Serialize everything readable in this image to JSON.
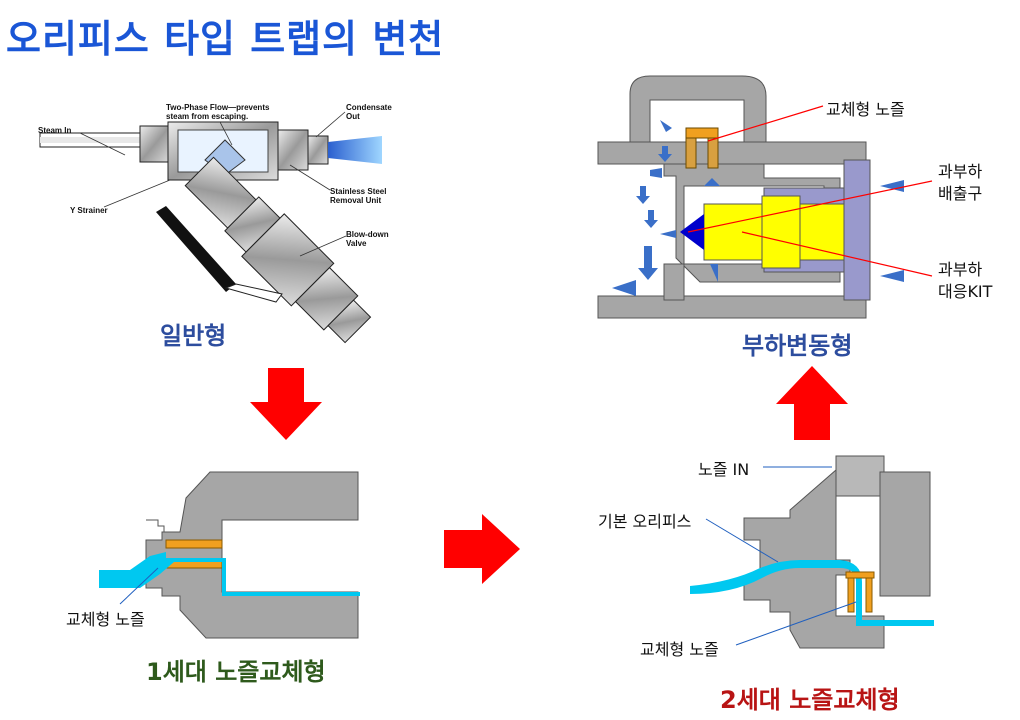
{
  "title": "오리피스 타입 트랩의 변천",
  "panels": {
    "general": {
      "caption": "일반형",
      "labels": {
        "steam_in": "Steam In",
        "two_phase_1": "Two-Phase Flow—prevents",
        "two_phase_2": "steam from escaping.",
        "condensate_1": "Condensate",
        "condensate_2": "Out",
        "stainless_1": "Stainless Steel",
        "stainless_2": "Removal Unit",
        "y_strainer": "Y Strainer",
        "blowdown_1": "Blow-down",
        "blowdown_2": "Valve"
      }
    },
    "gen1": {
      "caption": "1세대 노즐교체형",
      "nozzle_label": "교체형 노즐"
    },
    "gen2": {
      "caption": "2세대 노즐교체형",
      "nozzle_in_label": "노즐 IN",
      "basic_orifice_label": "기본 오리피스",
      "nozzle_label": "교체형 노즐"
    },
    "load_variable": {
      "caption": "부하변동형",
      "nozzle_label": "교체형 노즐",
      "overload_outlet_1": "과부하",
      "overload_outlet_2": "배출구",
      "overload_kit_1": "과부하",
      "overload_kit_2": "대응KIT"
    }
  },
  "colors": {
    "title": "#1a56d6",
    "arrow": "#ff0000",
    "steel": "#a6a6a6",
    "flow": "#00c8f0",
    "nozzle": "#f0a020",
    "kit": "#ffff00",
    "kit_frame": "#9999cc"
  }
}
